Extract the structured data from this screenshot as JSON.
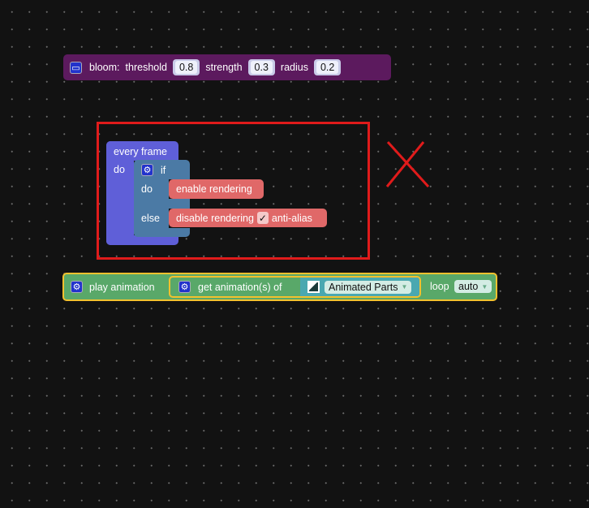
{
  "bloom": {
    "label": "bloom:",
    "threshold_label": "threshold",
    "threshold": "0.8",
    "strength_label": "strength",
    "strength": "0.3",
    "radius_label": "radius",
    "radius": "0.2",
    "icon": "camera-icon"
  },
  "every_frame": {
    "label": "every frame",
    "do": "do"
  },
  "if_block": {
    "label": "if",
    "do": "do",
    "else": "else",
    "icon": "gear-icon"
  },
  "enable": {
    "label": "enable rendering"
  },
  "disable": {
    "label": "disable rendering",
    "checkbox": "✓",
    "option": "anti-alias"
  },
  "play": {
    "label": "play animation",
    "get_label": "get animation(s) of",
    "target": "Animated Parts",
    "loop_label": "loop",
    "loop": "auto"
  },
  "colors": {
    "highlight": "#e01b1b",
    "selected": "#f2c12e"
  }
}
